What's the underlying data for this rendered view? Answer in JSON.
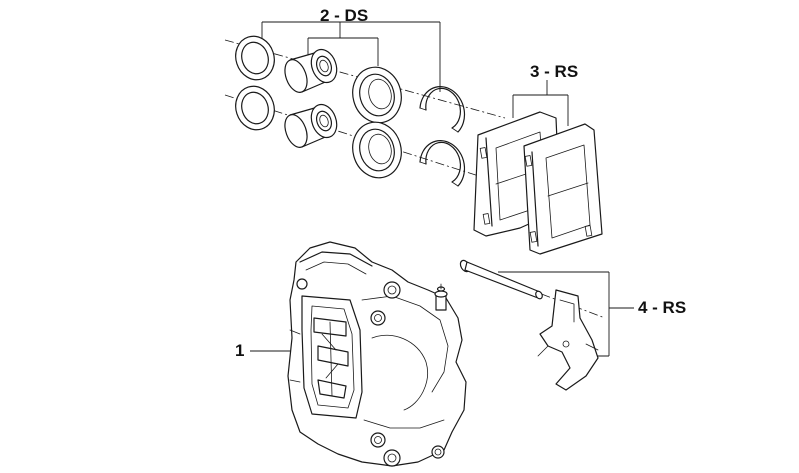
{
  "callouts": {
    "label_1": "1",
    "label_2": "2 - DS",
    "label_3": "3 - RS",
    "label_4": "4 - RS"
  }
}
